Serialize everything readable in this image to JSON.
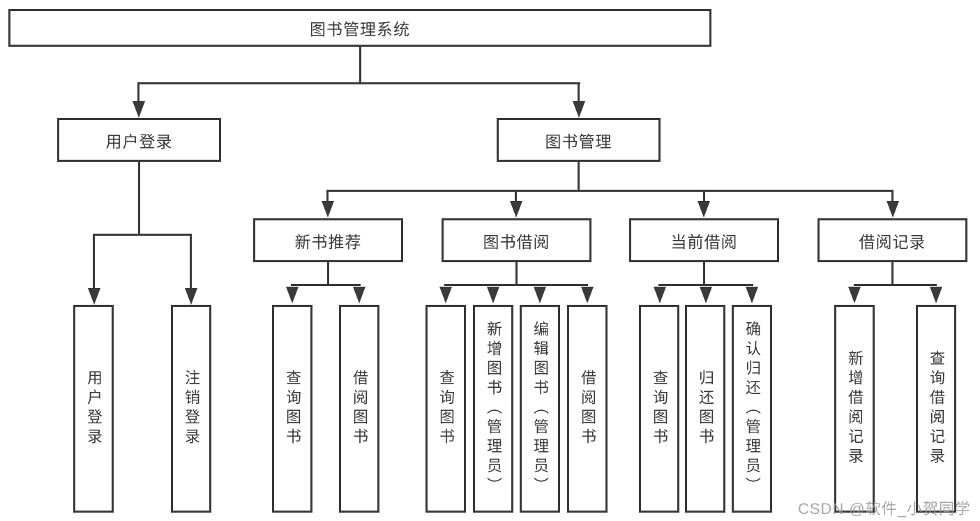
{
  "tree": {
    "label": "图书管理系统",
    "children": [
      {
        "label": "用户登录",
        "children": [
          {
            "label": "用户登录"
          },
          {
            "label": "注销登录"
          }
        ]
      },
      {
        "label": "图书管理",
        "children": [
          {
            "label": "新书推荐",
            "children": [
              {
                "label": "查询图书"
              },
              {
                "label": "借阅图书"
              }
            ]
          },
          {
            "label": "图书借阅",
            "children": [
              {
                "label": "查询图书"
              },
              {
                "label": "新增图书（管理员）"
              },
              {
                "label": "编辑图书（管理员）"
              },
              {
                "label": "借阅图书"
              }
            ]
          },
          {
            "label": "当前借阅",
            "children": [
              {
                "label": "查询图书"
              },
              {
                "label": "归还图书"
              },
              {
                "label": "确认归还（管理员）"
              }
            ]
          },
          {
            "label": "借阅记录",
            "children": [
              {
                "label": "新增借阅记录"
              },
              {
                "label": "查询借阅记录"
              }
            ]
          }
        ]
      }
    ]
  },
  "watermark": "CSDN @软件_小贺同学",
  "colors": {
    "line": "#3a3a3a",
    "text": "#3a3a3a",
    "background": "#ffffff",
    "watermark": "#969696"
  }
}
